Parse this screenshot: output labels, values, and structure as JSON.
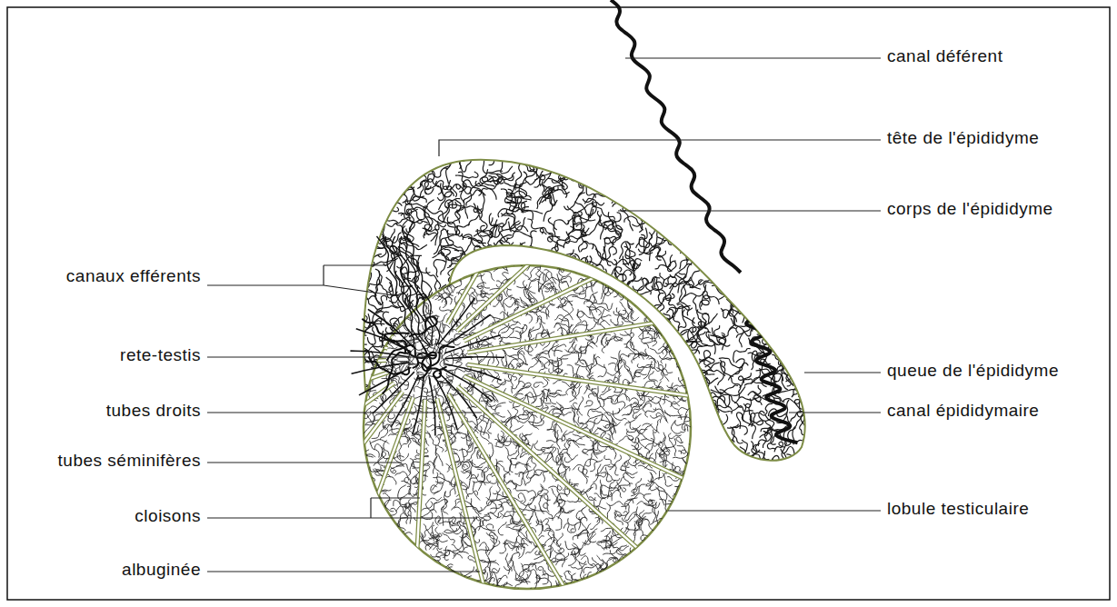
{
  "diagram": {
    "labels": [
      "canal déférent",
      "tête de l'épididyme",
      "corps de l'épididyme",
      "canaux efférents",
      "rete-testis",
      "queue de l'épididyme",
      "tubes droits",
      "canal épididymaire",
      "tubes séminifères",
      "lobule testiculaire",
      "cloisons",
      "albuginée"
    ]
  }
}
